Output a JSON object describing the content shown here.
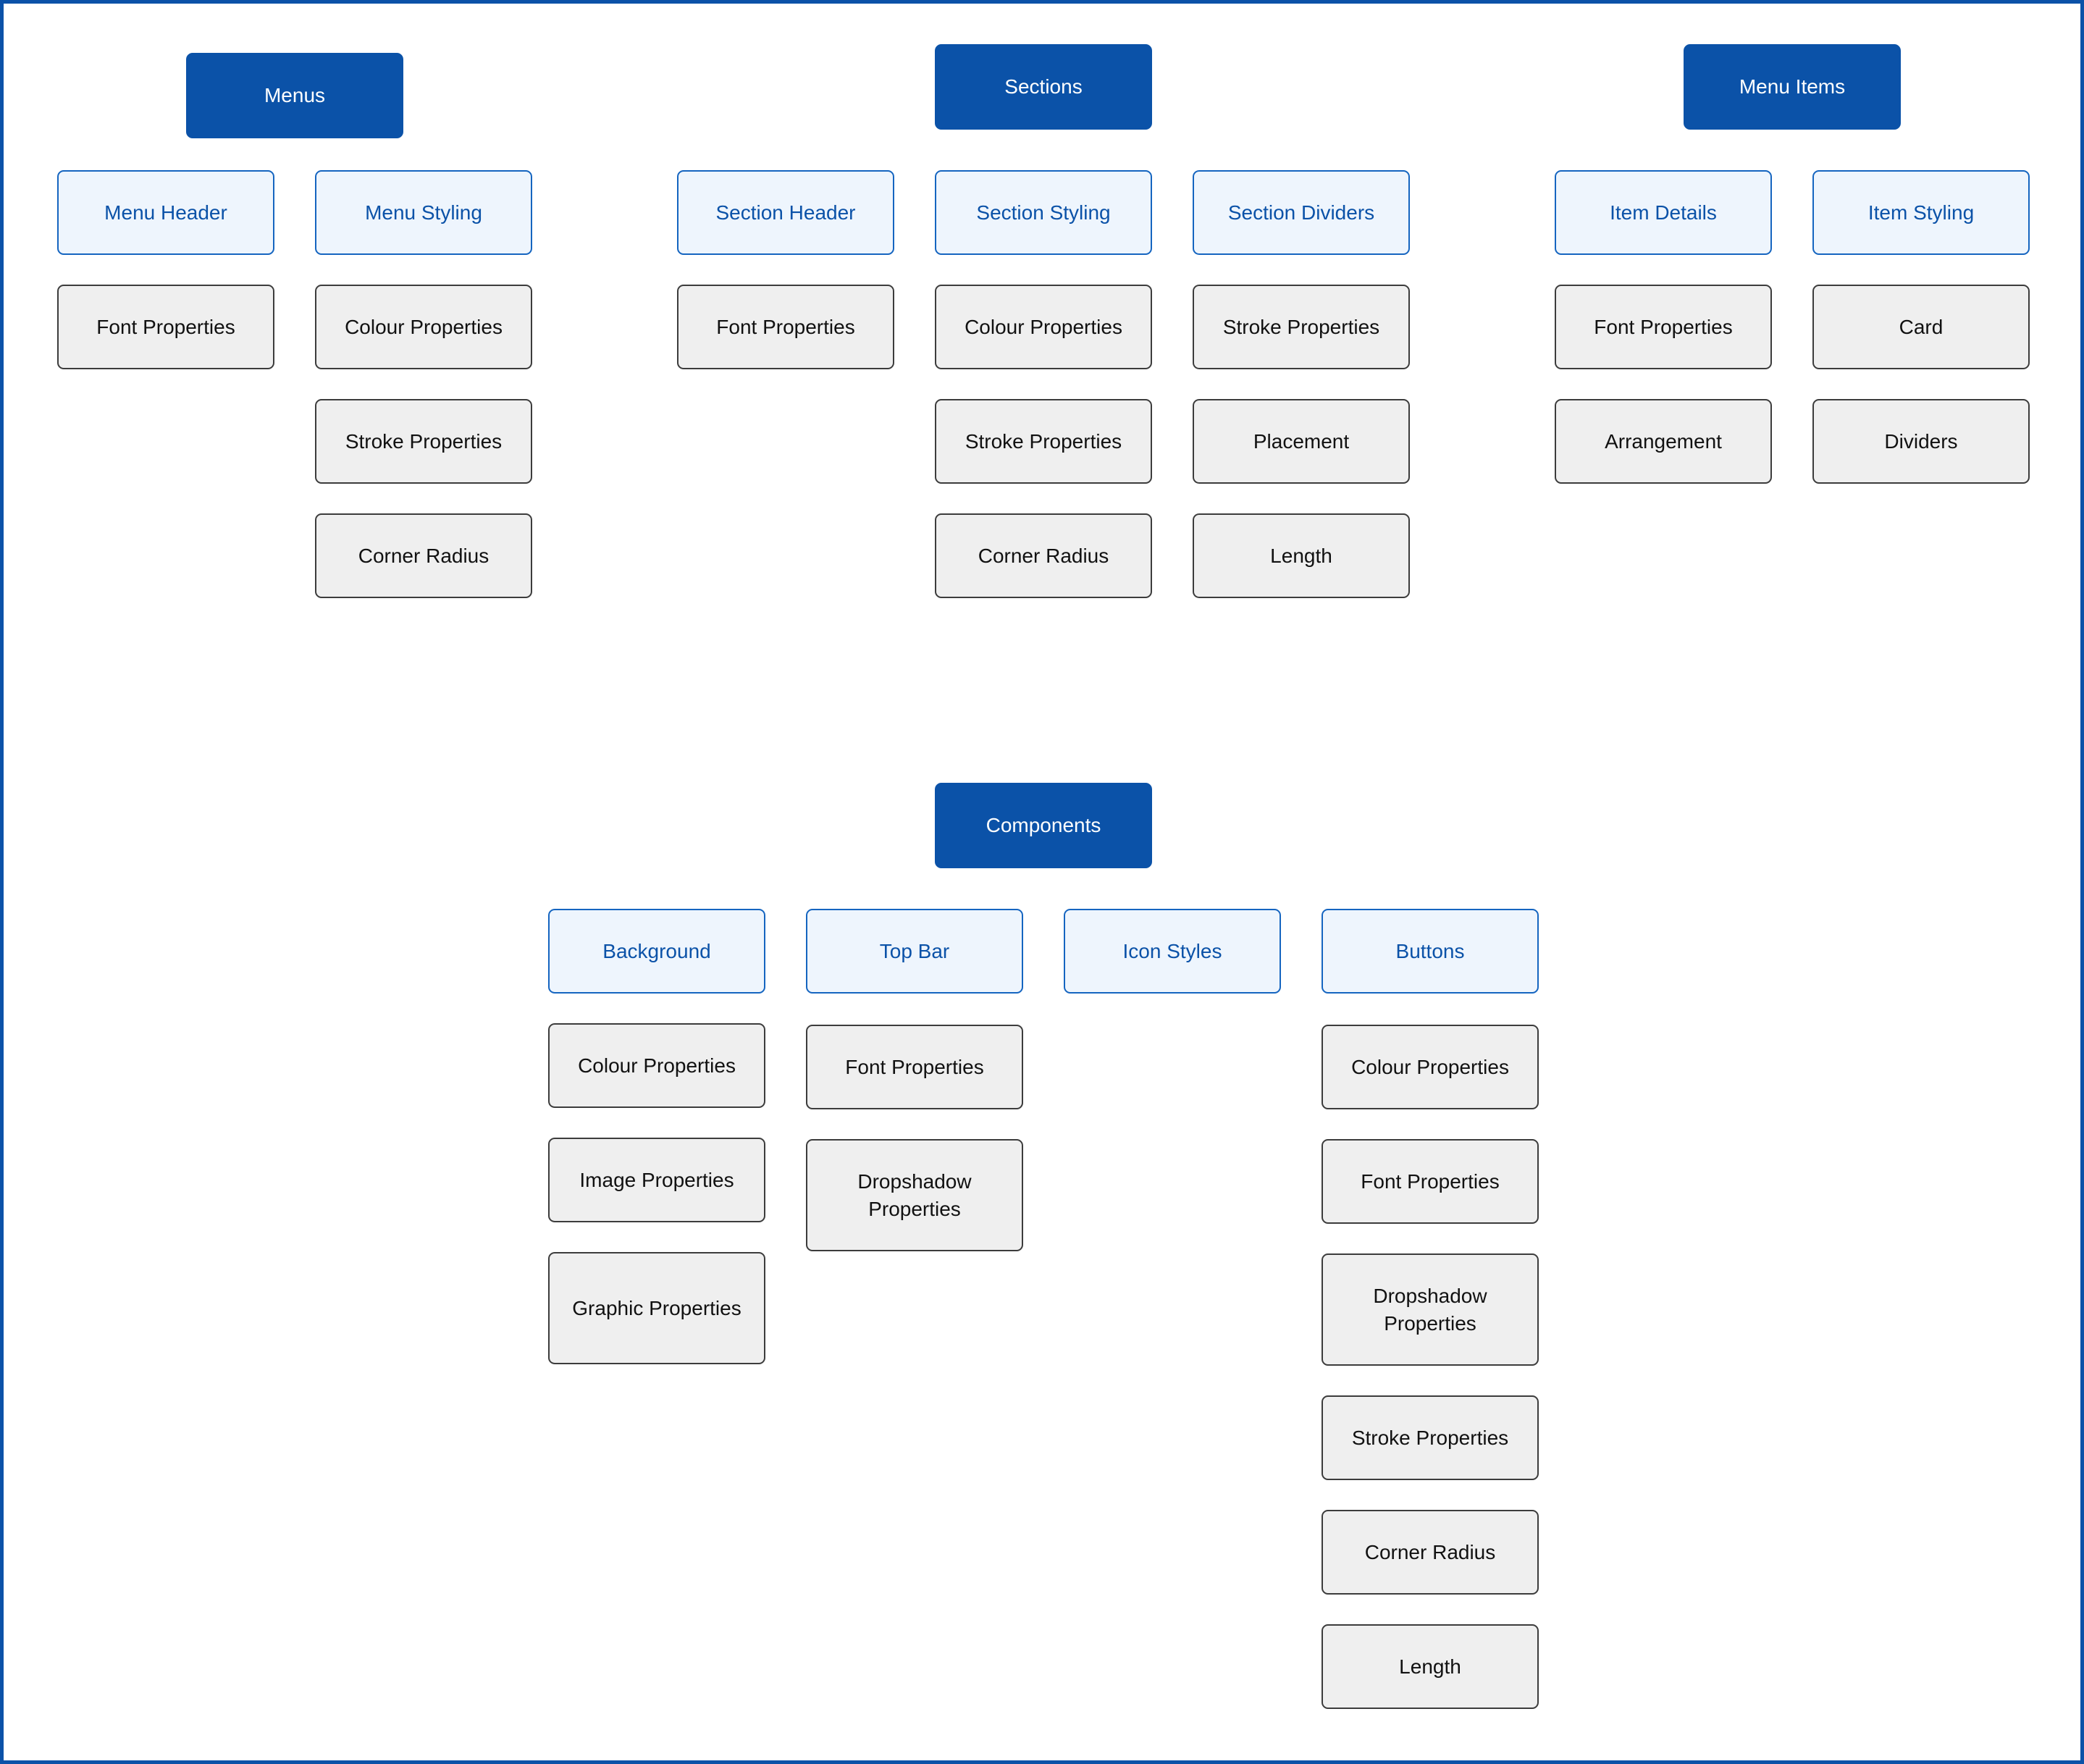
{
  "colors": {
    "primary": "#0b52a8",
    "secondary_bg": "#eef5fd",
    "leaf_bg": "#efefef",
    "frame": "#0b52a8"
  },
  "groups": [
    {
      "title": "Menus",
      "categories": [
        {
          "title": "Menu Header",
          "items": [
            "Font Properties"
          ]
        },
        {
          "title": "Menu Styling",
          "items": [
            "Colour Properties",
            "Stroke Properties",
            "Corner Radius"
          ]
        }
      ]
    },
    {
      "title": "Sections",
      "categories": [
        {
          "title": "Section Header",
          "items": [
            "Font Properties"
          ]
        },
        {
          "title": "Section Styling",
          "items": [
            "Colour Properties",
            "Stroke Properties",
            "Corner Radius"
          ]
        },
        {
          "title": "Section Dividers",
          "items": [
            "Stroke Properties",
            "Placement",
            "Length"
          ]
        }
      ]
    },
    {
      "title": "Menu Items",
      "categories": [
        {
          "title": "Item Details",
          "items": [
            "Font Properties",
            "Arrangement"
          ]
        },
        {
          "title": "Item Styling",
          "items": [
            "Card",
            "Dividers"
          ]
        }
      ]
    },
    {
      "title": "Components",
      "categories": [
        {
          "title": "Background",
          "items": [
            "Colour Properties",
            "Image Properties",
            "Graphic Properties"
          ]
        },
        {
          "title": "Top Bar",
          "items": [
            "Font Properties",
            "Dropshadow Properties"
          ]
        },
        {
          "title": "Icon Styles",
          "items": []
        },
        {
          "title": "Buttons",
          "items": [
            "Colour Properties",
            "Font Properties",
            "Dropshadow Properties",
            "Stroke Properties",
            "Corner Radius",
            "Length"
          ]
        }
      ]
    }
  ]
}
